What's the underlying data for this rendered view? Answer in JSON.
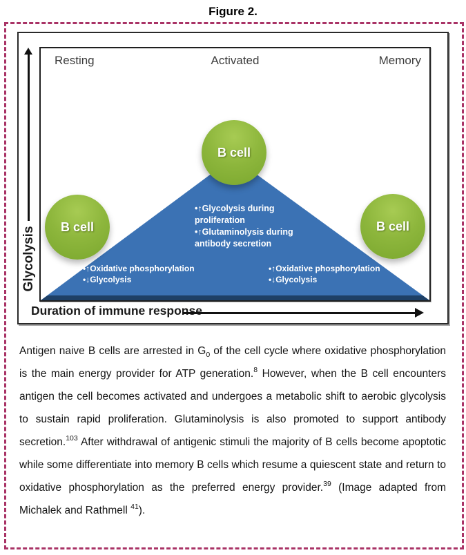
{
  "figure": {
    "title": "Figure 2."
  },
  "diagram": {
    "stages": [
      "Resting",
      "Activated",
      "Memory"
    ],
    "y_axis_label": "Glycolysis",
    "x_axis_label": "Duration of immune response",
    "cells": {
      "left": "B cell",
      "center": "B cell",
      "right": "B cell"
    },
    "annotations": {
      "activated": [
        "•↑Glycolysis during proliferation",
        "•↑Glutaminolysis during antibody secretion"
      ],
      "resting": [
        "•↑Oxidative phosphorylation",
        "•↓Glycolysis"
      ],
      "memory": [
        "•↑Oxidative phosphorylation",
        "•↓Glycolysis"
      ]
    },
    "colors": {
      "cell_green": "#8db63c",
      "triangle_blue": "#3b72b4",
      "triangle_edge": "#1e4066",
      "frame_magenta": "#a93366"
    }
  },
  "caption": {
    "segments": [
      {
        "t": "text",
        "v": "Antigen naive B cells are arrested in G"
      },
      {
        "t": "sub",
        "v": "0"
      },
      {
        "t": "text",
        "v": " of the cell cycle where oxidative phosphorylation is the main energy provider for ATP generation."
      },
      {
        "t": "sup",
        "v": "8"
      },
      {
        "t": "text",
        "v": "  However, when the B cell encounters antigen the cell becomes activated and undergoes a metabolic shift to aerobic glycolysis to sustain rapid proliferation.  Glutaminolysis is also promoted to support antibody secretion."
      },
      {
        "t": "sup",
        "v": "103"
      },
      {
        "t": "text",
        "v": "  After withdrawal of antigenic stimuli the majority of B cells become apoptotic while some differentiate into memory B cells which resume a quiescent state and return to oxidative phosphorylation as the preferred energy provider."
      },
      {
        "t": "sup",
        "v": "39"
      },
      {
        "t": "text",
        "v": "  (Image adapted from Michalek and Rathmell "
      },
      {
        "t": "sup",
        "v": "41"
      },
      {
        "t": "text",
        "v": ")."
      }
    ]
  }
}
